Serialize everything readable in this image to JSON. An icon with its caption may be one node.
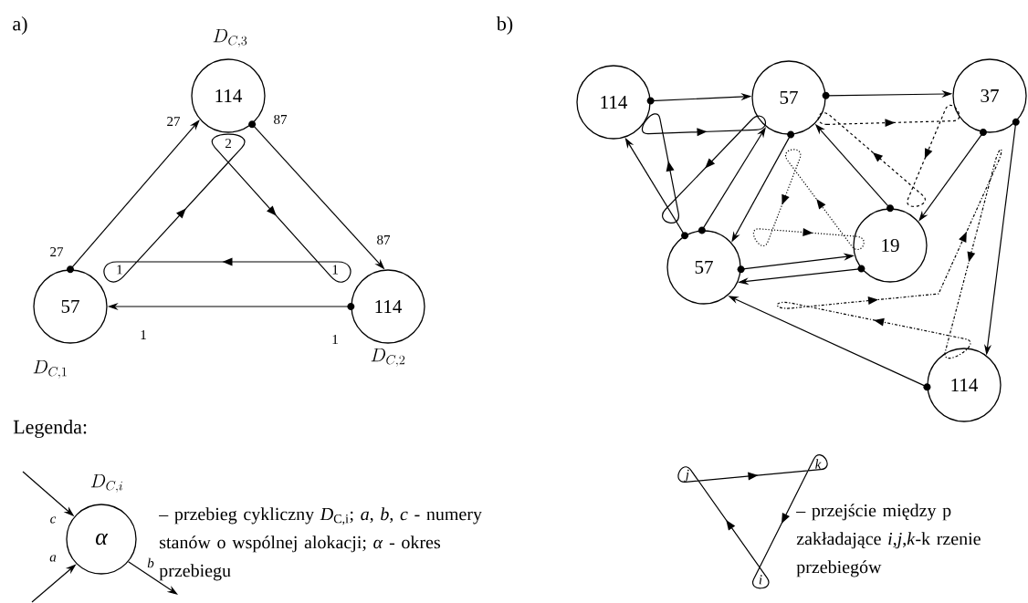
{
  "diagram": {
    "nodes": [
      {
        "text": [
          "114"
        ],
        "beside": [
          "D_{C,3}"
        ]
      },
      {
        "text": [
          "57"
        ],
        "beside": [
          "D_{C,1}"
        ]
      },
      {
        "text": [
          "114"
        ],
        "beside": [
          "D_{C,2}"
        ]
      },
      {
        "text": [
          "114"
        ]
      },
      {
        "text": [
          "57"
        ]
      },
      {
        "text": [
          "37"
        ]
      },
      {
        "text": [
          "19"
        ]
      },
      {
        "text": [
          "57"
        ]
      },
      {
        "text": [
          "114"
        ]
      },
      {
        "text": [
          "α"
        ],
        "beside": [
          "D_{C,i}"
        ]
      }
    ],
    "edges": [
      {
        "from": 1,
        "to": 0,
        "arrow": "to"
      },
      {
        "from": 0,
        "to": 2,
        "arrow": "to"
      },
      {
        "from": 2,
        "to": 1,
        "arrow": "to"
      },
      {
        "from": 3,
        "to": 4,
        "arrow": "to"
      },
      {
        "from": 4,
        "to": 5,
        "arrow": "to"
      },
      {
        "from": 7,
        "to": 3,
        "arrow": "to"
      },
      {
        "from": 7,
        "to": 4,
        "arrow": "to"
      },
      {
        "from": 4,
        "to": 7,
        "arrow": "to"
      },
      {
        "from": 6,
        "to": 4,
        "arrow": "to"
      },
      {
        "from": 5,
        "to": 6,
        "arrow": "to"
      },
      {
        "from": 5,
        "to": 8,
        "arrow": "to"
      },
      {
        "from": 7,
        "to": 6,
        "arrow": "to"
      },
      {
        "from": 6,
        "to": 7,
        "arrow": "to"
      },
      {
        "from": 8,
        "to": 7,
        "arrow": "to"
      },
      {
        "from": null,
        "to": 9,
        "arrow": "to",
        "label": "c"
      },
      {
        "from": null,
        "to": 9,
        "arrow": "to",
        "label": "a"
      },
      {
        "from": 9,
        "to": null,
        "arrow": "to",
        "label": "b"
      }
    ],
    "labels": [
      "a)",
      "b)",
      "27",
      "87",
      "27",
      "87",
      "1",
      "2",
      "1",
      "1",
      "1",
      "Legenda:",
      "j",
      "k",
      "i"
    ],
    "legend": [
      {
        "text": "– przebieg cykliczny *D*$_{C,i}$; *a*, *b*, *c* - numery stanów o wspólnej alokacji; *α* - okres przebiegu"
      },
      {
        "text": "– przejście między p zakładające *i*,*j*,*k*-k rzenie przebiegów"
      }
    ]
  }
}
